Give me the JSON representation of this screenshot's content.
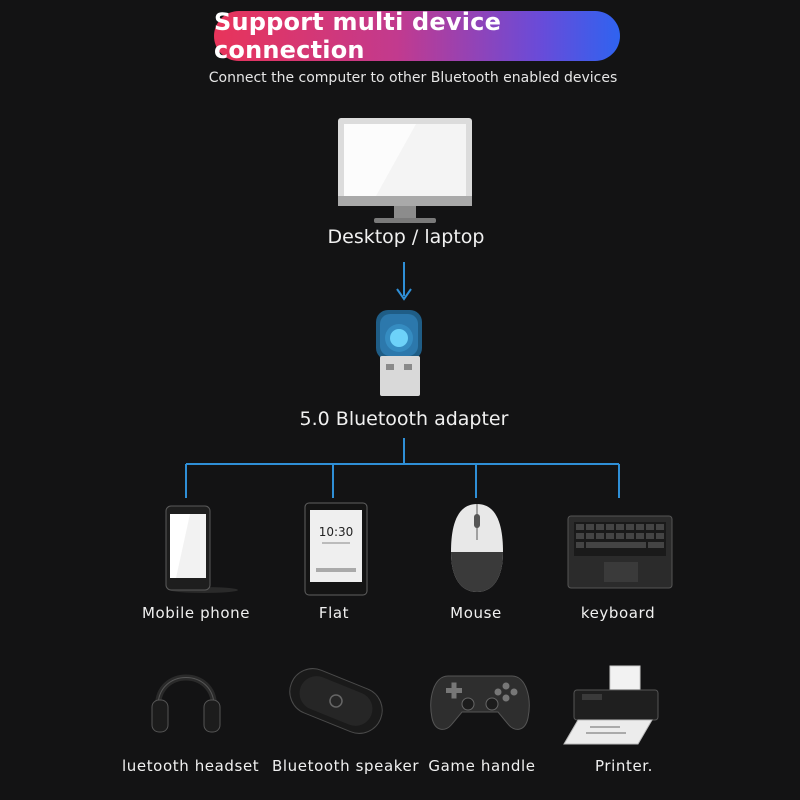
{
  "header": {
    "title": "Support multi device connection",
    "subtitle": "Connect the computer to other Bluetooth enabled devices"
  },
  "computer": {
    "label": "Desktop / laptop"
  },
  "adapter": {
    "label": "5.0 Bluetooth adapter"
  },
  "devices_row1": [
    {
      "label": "Mobile phone",
      "icon": "mobile-phone-icon"
    },
    {
      "label": "Flat",
      "icon": "tablet-icon",
      "screen_time": "10:30"
    },
    {
      "label": "Mouse",
      "icon": "mouse-icon"
    },
    {
      "label": "keyboard",
      "icon": "keyboard-icon"
    }
  ],
  "devices_row2": [
    {
      "label": "luetooth headset",
      "icon": "headset-icon"
    },
    {
      "label": "Bluetooth speaker",
      "icon": "speaker-icon"
    },
    {
      "label": "Game handle",
      "icon": "gamepad-icon"
    },
    {
      "label": "Printer.",
      "icon": "printer-icon"
    }
  ],
  "colors": {
    "connector_line": "#2f8fd6",
    "banner_start": "#e8345a",
    "banner_end": "#2f63f0",
    "background": "#131314"
  }
}
